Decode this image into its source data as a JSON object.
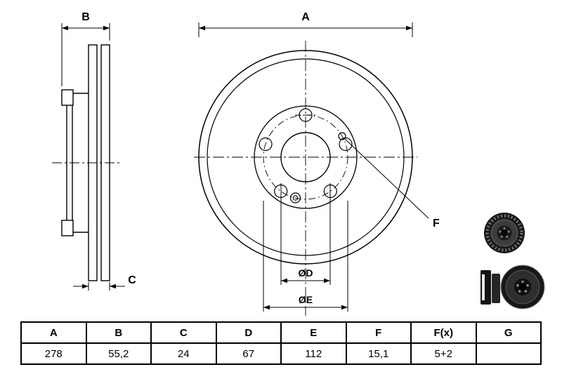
{
  "drawing": {
    "labels": {
      "a": "A",
      "b": "B",
      "c": "C",
      "d": "ØD",
      "e": "ØE",
      "f": "F"
    }
  },
  "table": {
    "headers": [
      "A",
      "B",
      "C",
      "D",
      "E",
      "F",
      "F(x)",
      "G"
    ],
    "values": [
      "278",
      "55,2",
      "24",
      "67",
      "112",
      "15,1",
      "5+2",
      ""
    ]
  },
  "colors": {
    "line": "#000000",
    "background": "#ffffff"
  }
}
